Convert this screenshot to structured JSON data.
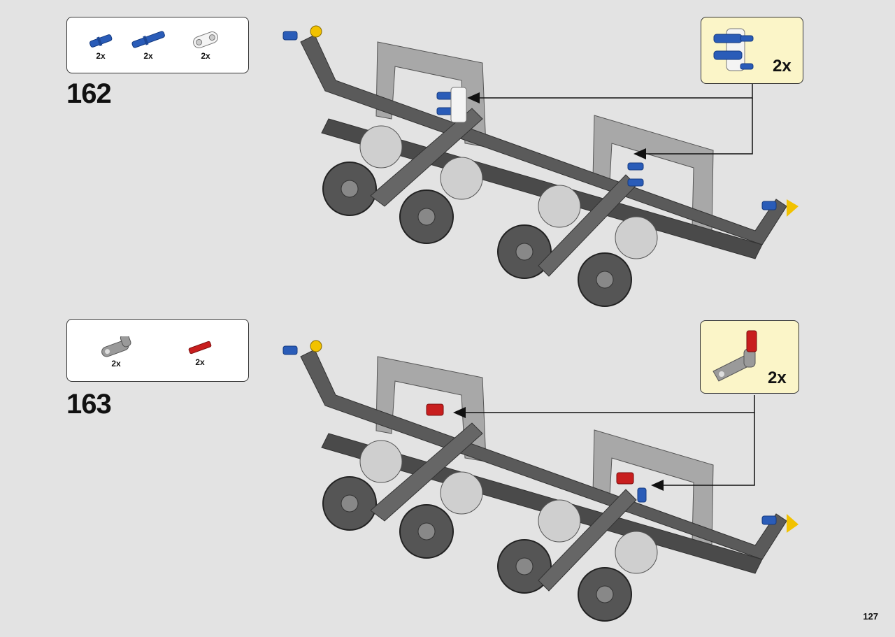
{
  "page_number": "127",
  "steps": [
    {
      "number": "162",
      "parts": [
        {
          "name": "blue-axle-pin-icon",
          "qty": "2x",
          "color": "#2a5cb8"
        },
        {
          "name": "blue-long-axle-pin-icon",
          "qty": "2x",
          "color": "#2a5cb8"
        },
        {
          "name": "white-beam-2-icon",
          "qty": "2x",
          "color": "#f2f2f2"
        }
      ],
      "callout": {
        "qty": "2x",
        "name": "blue-pins-in-white-beam-icon"
      }
    },
    {
      "number": "163",
      "parts": [
        {
          "name": "gray-l-beam-icon",
          "qty": "2x",
          "color": "#9a9a9a"
        },
        {
          "name": "red-axle-icon",
          "qty": "2x",
          "color": "#c81e1e"
        }
      ],
      "callout": {
        "qty": "2x",
        "name": "gray-beam-with-red-axle-icon"
      }
    }
  ],
  "colors": {
    "background": "#e3e3e3",
    "callout_bg": "#fbf5c8",
    "dark_gray": "#5a5a5a",
    "light_gray": "#a8a8a8",
    "blue": "#2a5cb8",
    "red": "#c81e1e",
    "yellow": "#f2c200"
  }
}
